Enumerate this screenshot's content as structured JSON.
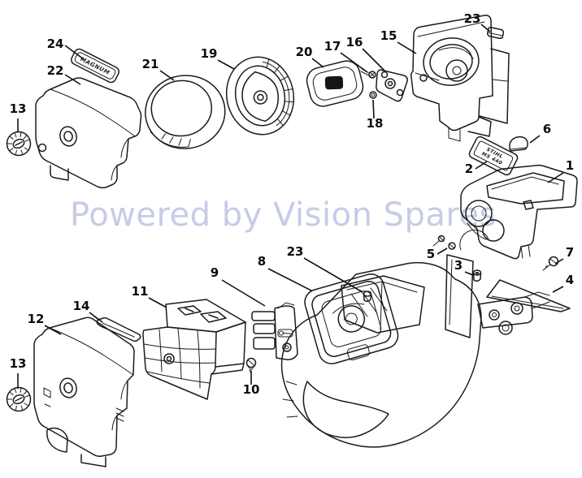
{
  "watermark": {
    "text": "Powered by Vision Spares",
    "color": "#c7cbe6"
  },
  "diagram": {
    "background": "#ffffff",
    "line_color": "#1b1b1b",
    "stickers": {
      "magnum": "MAGNUM",
      "model_line1": "STIHL",
      "model_line2": "MS 440"
    },
    "callouts": [
      {
        "number": "24"
      },
      {
        "number": "22"
      },
      {
        "number": "13"
      },
      {
        "number": "21"
      },
      {
        "number": "19"
      },
      {
        "number": "20"
      },
      {
        "number": "17"
      },
      {
        "number": "16"
      },
      {
        "number": "15"
      },
      {
        "number": "23"
      },
      {
        "number": "18"
      },
      {
        "number": "6"
      },
      {
        "number": "2"
      },
      {
        "number": "1"
      },
      {
        "number": "12"
      },
      {
        "number": "14"
      },
      {
        "number": "13"
      },
      {
        "number": "11"
      },
      {
        "number": "9"
      },
      {
        "number": "8"
      },
      {
        "number": "23"
      },
      {
        "number": "10"
      },
      {
        "number": "5"
      },
      {
        "number": "3"
      },
      {
        "number": "7"
      },
      {
        "number": "4"
      }
    ]
  }
}
